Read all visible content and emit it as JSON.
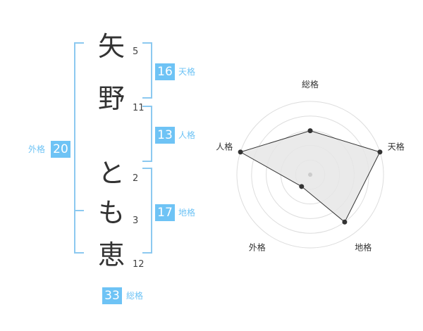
{
  "name_chars": [
    {
      "char": "矢",
      "strokes": "5"
    },
    {
      "char": "野",
      "strokes": "11"
    },
    {
      "char": "と",
      "strokes": "2"
    },
    {
      "char": "も",
      "strokes": "3"
    },
    {
      "char": "恵",
      "strokes": "12"
    }
  ],
  "fortune": {
    "tenkaku": {
      "value": "16",
      "label": "天格"
    },
    "jinkaku": {
      "value": "13",
      "label": "人格"
    },
    "chikaku": {
      "value": "17",
      "label": "地格"
    },
    "gaikaku": {
      "value": "20",
      "label": "外格"
    },
    "soukaku": {
      "value": "33",
      "label": "総格"
    }
  },
  "radar": {
    "axes": [
      "総格",
      "天格",
      "地格",
      "外格",
      "人格"
    ],
    "values": [
      3,
      5,
      4,
      1,
      5
    ],
    "max": 5,
    "fill_color": "#e6e6e6",
    "line_color": "#333333",
    "grid_color": "#dddddd"
  }
}
